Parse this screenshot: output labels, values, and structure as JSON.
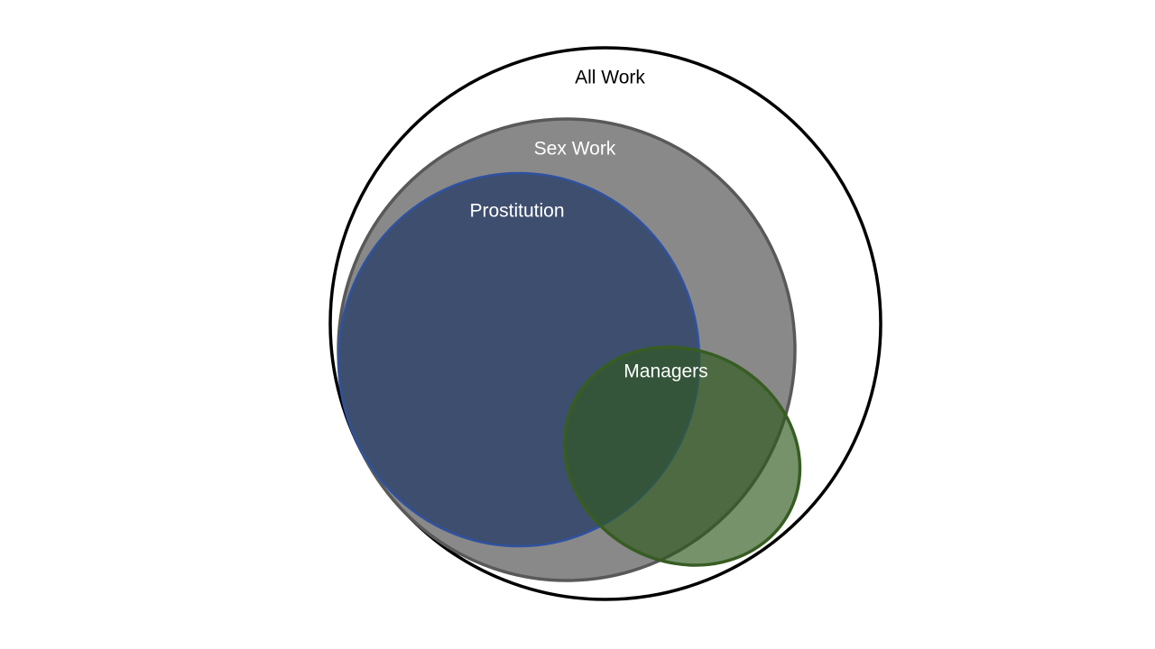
{
  "diagram": {
    "sets": {
      "all_work": {
        "label": "All Work",
        "fill": "#ffffff",
        "stroke": "#000000",
        "text_color": "#000000"
      },
      "sex_work": {
        "label": "Sex Work",
        "fill": "#898989",
        "stroke": "#595959",
        "text_color": "#ffffff"
      },
      "prostitution": {
        "label": "Prostitution",
        "fill": "#3e4e6e",
        "stroke": "#2f52a0",
        "text_color": "#ffffff"
      },
      "managers": {
        "label": "Managers",
        "fill": "#2f5a1e",
        "fill_opacity": 0.66,
        "stroke": "#375d23",
        "text_color": "#ffffff"
      }
    }
  }
}
